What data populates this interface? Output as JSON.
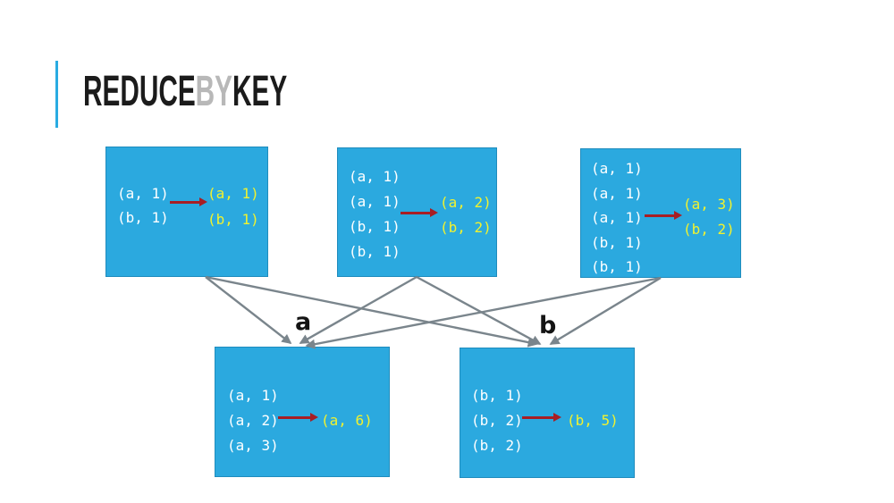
{
  "title": {
    "reduce": "REDUCE",
    "by": "BY",
    "key": "KEY"
  },
  "colors": {
    "accent-blue": "#29ABE2",
    "box-fill": "#2BA9DF",
    "box-border": "#1F8CBD",
    "tuple-white": "#FFFFFF",
    "result-yellow": "#F2F22E",
    "arrow-red": "#A81E24",
    "connector-gray": "#7A858C",
    "title-dark": "#1B1B1B",
    "title-muted": "#B8B8B8"
  },
  "partitions": [
    {
      "name": "partition-1",
      "input": [
        "(a, 1)",
        "(b, 1)"
      ],
      "output": [
        "(a, 1)",
        "(b, 1)"
      ]
    },
    {
      "name": "partition-2",
      "input": [
        "(a, 1)",
        "(a, 1)",
        "(b, 1)",
        "(b, 1)"
      ],
      "output": [
        "(a, 2)",
        "(b, 2)"
      ]
    },
    {
      "name": "partition-3",
      "input": [
        "(a, 1)",
        "(a, 1)",
        "(a, 1)",
        "(b, 1)",
        "(b, 1)"
      ],
      "output": [
        "(a, 3)",
        "(b, 2)"
      ]
    }
  ],
  "groups": [
    {
      "label": "a",
      "input": [
        "(a, 1)",
        "(a, 2)",
        "(a, 3)"
      ],
      "output": [
        "(a, 6)"
      ]
    },
    {
      "label": "b",
      "input": [
        "(b, 1)",
        "(b, 2)",
        "(b, 2)"
      ],
      "output": [
        "(b, 5)"
      ]
    }
  ],
  "edges": [
    {
      "from": "partition-1",
      "to": "group-a"
    },
    {
      "from": "partition-1",
      "to": "group-b"
    },
    {
      "from": "partition-2",
      "to": "group-a"
    },
    {
      "from": "partition-2",
      "to": "group-b"
    },
    {
      "from": "partition-3",
      "to": "group-a"
    },
    {
      "from": "partition-3",
      "to": "group-b"
    }
  ]
}
